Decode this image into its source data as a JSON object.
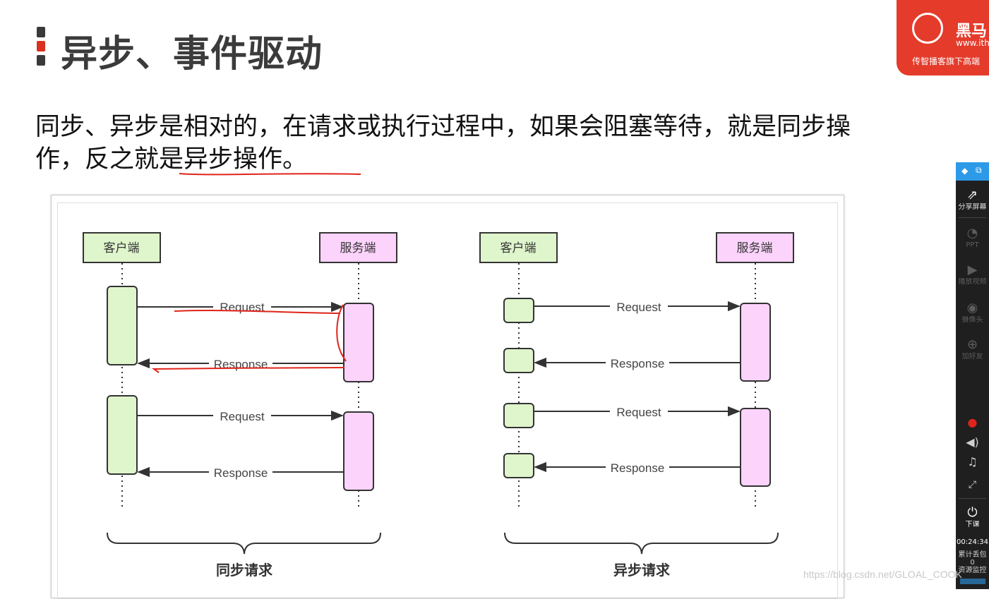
{
  "slide": {
    "title": "异步、事件驱动",
    "title_bar_colors": [
      "#3a3a3a",
      "#d9301f",
      "#3a3a3a"
    ],
    "paragraph_line1": "同步、异步是相对的，在请求或执行过程中，如果会阻塞等待，就是同步操",
    "paragraph_line2": "作，反之就是异步操作。"
  },
  "logo": {
    "brand": "黑马",
    "url": "www.ith",
    "tagline": "传智播客旗下高端",
    "color": "#e43b2b"
  },
  "diagram": {
    "sync": {
      "client_label": "客户端",
      "server_label": "服务端",
      "request_label": "Request",
      "response_label": "Response",
      "caption": "同步请求"
    },
    "async": {
      "client_label": "客户端",
      "server_label": "服务端",
      "request_label": "Request",
      "response_label": "Response",
      "caption": "异步请求"
    },
    "colors": {
      "client_fill": "#dff5cc",
      "server_fill": "#fcd3fb",
      "line": "#333333",
      "annotation": "#e0241b"
    }
  },
  "toolbar": {
    "accent": "#2d9ae8",
    "share_screen": "分享屏幕",
    "ppt": "PPT",
    "play_video": "播放视频",
    "camera": "摄像头",
    "add_friend": "加好友",
    "end_class": "下课",
    "timer": "00:24:34",
    "stat_label": "累计丢包",
    "stat_value": "0",
    "resource": "资源监控"
  },
  "watermark": "https://blog.csdn.net/GLOAL_COOK"
}
